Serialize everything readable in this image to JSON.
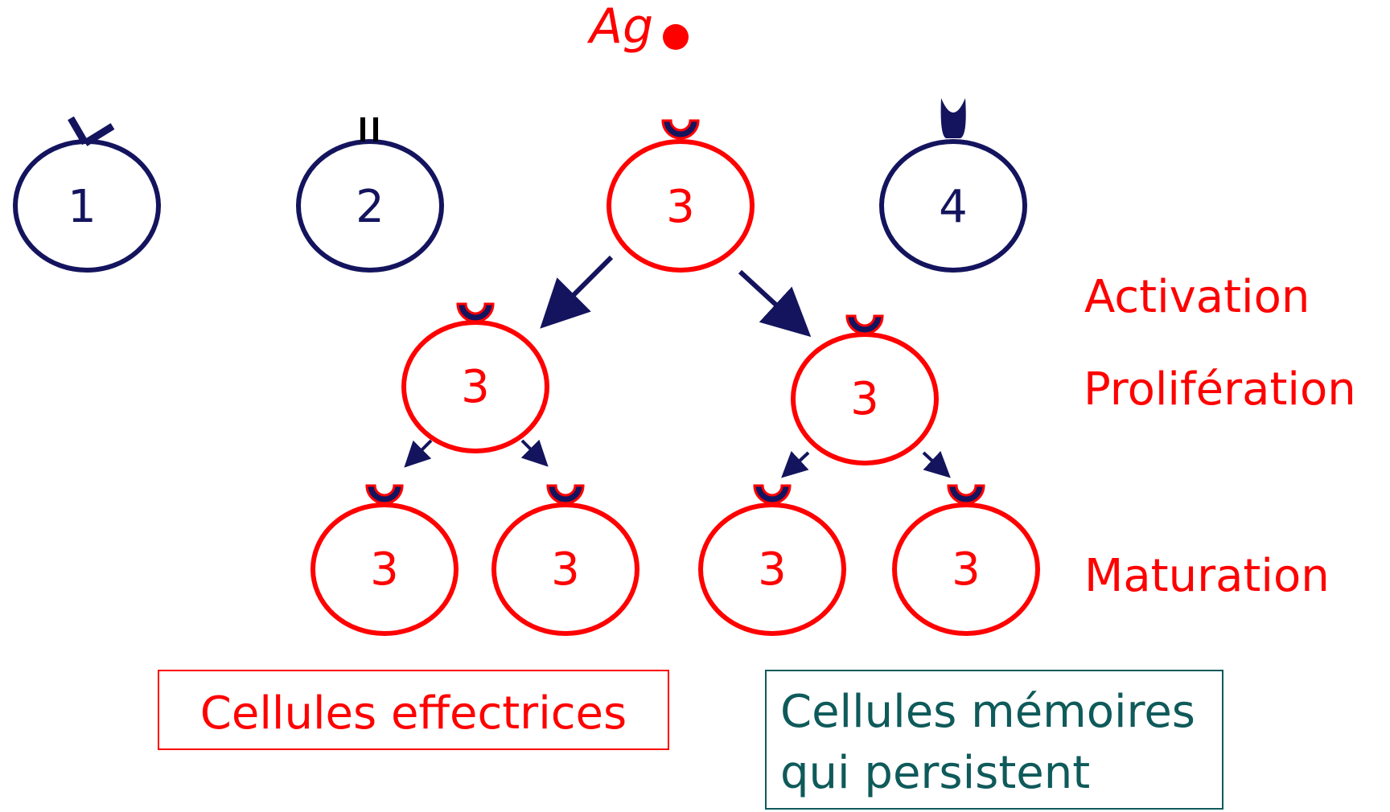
{
  "antigen": {
    "label": "Ag"
  },
  "cells": {
    "c1": "1",
    "c2": "2",
    "c3": "3",
    "c4": "4",
    "gen2_left": "3",
    "gen2_right": "3",
    "gen3_a": "3",
    "gen3_b": "3",
    "gen3_c": "3",
    "gen3_d": "3"
  },
  "stages": {
    "activation": "Activation",
    "proliferation": "Prolifération",
    "maturation": "Maturation"
  },
  "outcomes": {
    "effector": "Cellules effectrices",
    "memory_line1": "Cellules mémoires",
    "memory_line2": "qui persistent"
  },
  "colors": {
    "navy": "#14145e",
    "red": "#ff0000",
    "teal": "#0f5a5a"
  }
}
